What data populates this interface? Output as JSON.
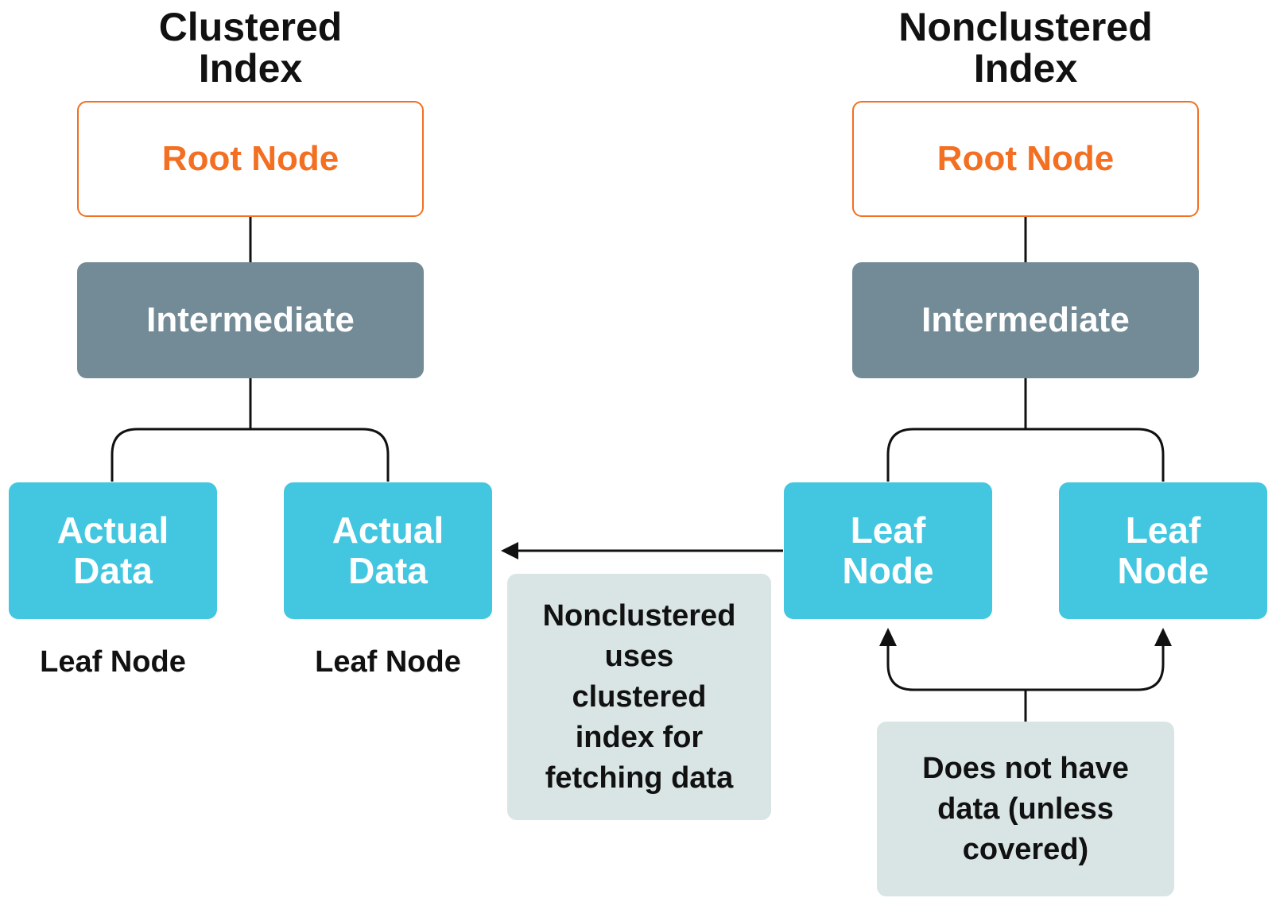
{
  "clustered": {
    "title_line1": "Clustered",
    "title_line2": "Index",
    "root_label": "Root Node",
    "intermediate_label": "Intermediate",
    "data_left_line1": "Actual",
    "data_left_line2": "Data",
    "data_right_line1": "Actual",
    "data_right_line2": "Data",
    "caption_left": "Leaf Node",
    "caption_right": "Leaf Node"
  },
  "nonclustered": {
    "title_line1": "Nonclustered",
    "title_line2": "Index",
    "root_label": "Root Node",
    "intermediate_label": "Intermediate",
    "leaf_left_line1": "Leaf",
    "leaf_left_line2": "Node",
    "leaf_right_line1": "Leaf",
    "leaf_right_line2": "Node"
  },
  "notes": {
    "lookup": [
      "Nonclustered",
      "uses",
      "clustered",
      "index for",
      "fetching data"
    ],
    "no_data": [
      "Does not have",
      "data (unless",
      "covered)"
    ]
  },
  "colors": {
    "root_accent": "#f36f21",
    "intermediate_fill": "#738b96",
    "leaf_fill": "#43c6e0",
    "note_fill": "#d9e4e4",
    "connector": "#111111"
  }
}
